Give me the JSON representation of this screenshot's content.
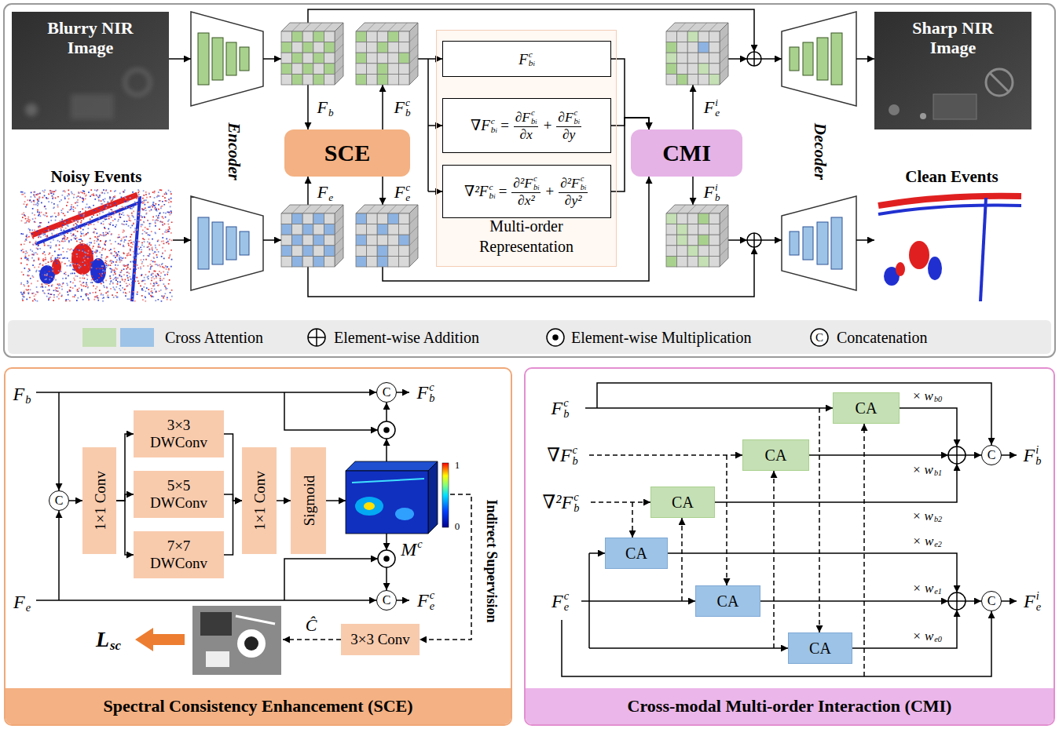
{
  "diagram": {
    "nodes": [
      {
        "text": [
          "Blurry NIR Image"
        ]
      },
      {
        "text": [
          "SCE"
        ]
      },
      {
        "text": [
          "Multi-order Representation"
        ]
      },
      {
        "text": [
          "F",
          "c",
          "b",
          "i"
        ],
        "in": 2
      },
      {
        "text": [
          "∇F",
          "c",
          "b",
          "i",
          "=",
          "∂F",
          "c",
          "b",
          "i",
          "∂x",
          "+",
          "∂F",
          "c",
          "b",
          "i",
          "∂y"
        ],
        "in": 2
      },
      {
        "text": [
          "∇²F",
          "c",
          "b",
          "i",
          "=",
          "∂²F",
          "c",
          "b",
          "i",
          "∂x²",
          "+",
          "∂²F",
          "c",
          "b",
          "i",
          "∂y²"
        ],
        "in": 2
      },
      {
        "text": [
          "CMI"
        ]
      },
      {
        "text": [
          "Sharp NIR Image"
        ]
      },
      {
        "text": [
          "Noisy Events"
        ]
      },
      {
        "text": [
          "Clean Events"
        ]
      },
      {
        "text": [
          "Spectral Consistency Enhancement (SCE)"
        ]
      },
      {
        "text": [
          "C"
        ],
        "in": 10
      },
      {
        "text": [
          "1×1 Conv"
        ],
        "in": 10
      },
      {
        "text": [
          "3×3 DWConv"
        ],
        "in": 10
      },
      {
        "text": [
          "5×5 DWConv"
        ],
        "in": 10
      },
      {
        "text": [
          "7×7 DWConv"
        ],
        "in": 10
      },
      {
        "text": [
          "1×1 Conv"
        ],
        "in": 10
      },
      {
        "text": [
          "Sigmoid"
        ],
        "in": 10
      },
      {
        "text": [
          "C"
        ],
        "in": 10
      },
      {
        "text": [
          "C"
        ],
        "in": 10
      },
      {
        "text": [
          "3×3 Conv"
        ],
        "in": 10
      },
      {
        "text": [
          "Cross-modal Multi-order Interaction (CMI)"
        ]
      },
      {
        "text": [
          "CA"
        ],
        "in": 21
      },
      {
        "text": [
          "CA"
        ],
        "in": 21
      },
      {
        "text": [
          "CA"
        ],
        "in": 21
      },
      {
        "text": [
          "CA"
        ],
        "in": 21
      },
      {
        "text": [
          "CA"
        ],
        "in": 21
      },
      {
        "text": [
          "CA"
        ],
        "in": 21
      },
      {
        "text": [
          "C"
        ],
        "in": 21
      },
      {
        "text": [
          "C"
        ],
        "in": 21
      }
    ],
    "edges": [
      {
        "from": 11,
        "to": 12,
        "arrow": "to"
      },
      {
        "from": 12,
        "to": 13,
        "arrow": "to"
      },
      {
        "from": 12,
        "to": 14,
        "arrow": "to"
      },
      {
        "from": 12,
        "to": 15,
        "arrow": "to"
      },
      {
        "from": 13,
        "to": 16,
        "arrow": "to"
      },
      {
        "from": 14,
        "to": 16,
        "arrow": "to"
      },
      {
        "from": 15,
        "to": 16,
        "arrow": "to"
      },
      {
        "from": 16,
        "to": 17,
        "arrow": "to"
      },
      {
        "from": 3,
        "to": 6,
        "arrow": "to"
      },
      {
        "from": 4,
        "to": 6,
        "arrow": "to"
      },
      {
        "from": 5,
        "to": 6,
        "arrow": "to"
      }
    ],
    "labels": [
      "Encoder",
      "Decoder",
      "F",
      "b",
      "F",
      "c",
      "b",
      "F",
      "e",
      "F",
      "c",
      "e",
      "F",
      "i",
      "e",
      "F",
      "i",
      "b",
      "C",
      "F",
      "b",
      "F",
      "e",
      "F",
      "c",
      "b",
      "F",
      "c",
      "e",
      "M",
      "c",
      "1",
      "0",
      "Indirect Supervision",
      "Ĉ",
      "L",
      "sc",
      "F",
      "c",
      "b",
      "∇F",
      "c",
      "b",
      "∇²F",
      "c",
      "b",
      "F",
      "c",
      "e",
      "F",
      "i",
      "b",
      "F",
      "i",
      "e",
      "× w",
      "b0",
      "× w",
      "b1",
      "× w",
      "b2",
      "× w",
      "e2",
      "× w",
      "e1",
      "× w",
      "e0"
    ],
    "legend": [
      {
        "text": "Cross Attention",
        "color": "#c5e0b4"
      },
      {
        "text": "Element-wise Addition"
      },
      {
        "text": "Element-wise Multiplication"
      },
      {
        "text": "Concatenation"
      }
    ]
  }
}
